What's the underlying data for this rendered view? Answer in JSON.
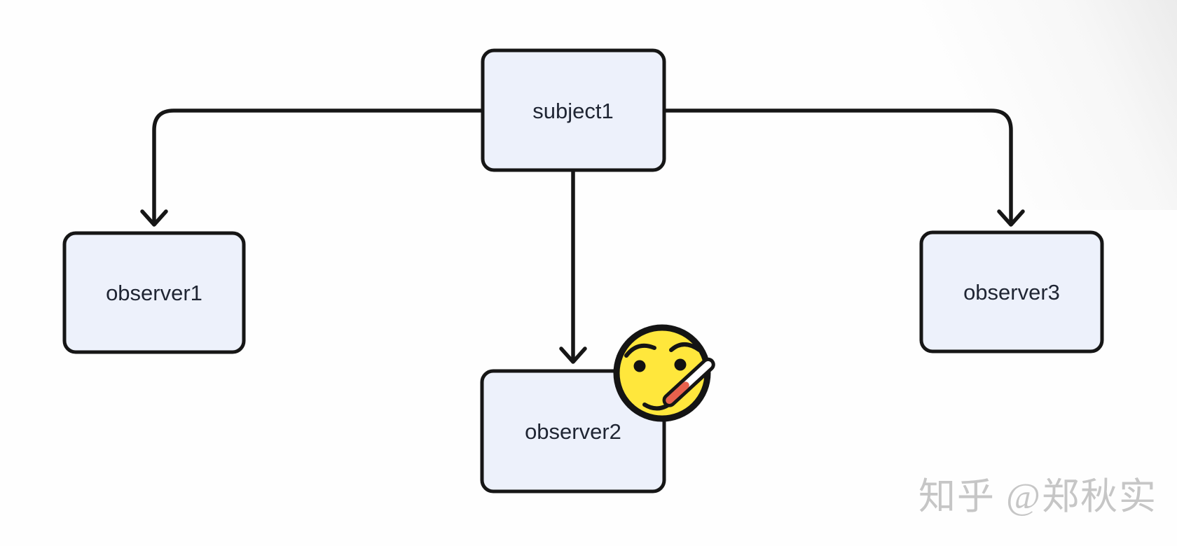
{
  "diagram": {
    "kind": "flowchart",
    "nodes": {
      "subject1": {
        "label": "subject1"
      },
      "observer1": {
        "label": "observer1"
      },
      "observer2": {
        "label": "observer2"
      },
      "observer3": {
        "label": "observer3"
      }
    },
    "edges": [
      {
        "from": "subject1",
        "to": "observer1",
        "arrow": "open-chevron"
      },
      {
        "from": "subject1",
        "to": "observer2",
        "arrow": "open-chevron"
      },
      {
        "from": "subject1",
        "to": "observer3",
        "arrow": "open-chevron"
      }
    ],
    "emoji": {
      "name": "face-with-thermometer",
      "attached_to": "observer2"
    }
  },
  "watermark": {
    "text": "知乎 @郑秋实"
  },
  "colors": {
    "canvas": "#fefefe",
    "node_fill": "#edf1fb",
    "node_border": "#161616",
    "edge_stroke": "#161616",
    "label_text": "#1f2533",
    "emoji_face": "#ffe73c",
    "emoji_outline": "#141414",
    "thermometer_red": "#e8614d",
    "thermometer_white": "#ffffff",
    "watermark_gray": "#c6c6c6"
  }
}
